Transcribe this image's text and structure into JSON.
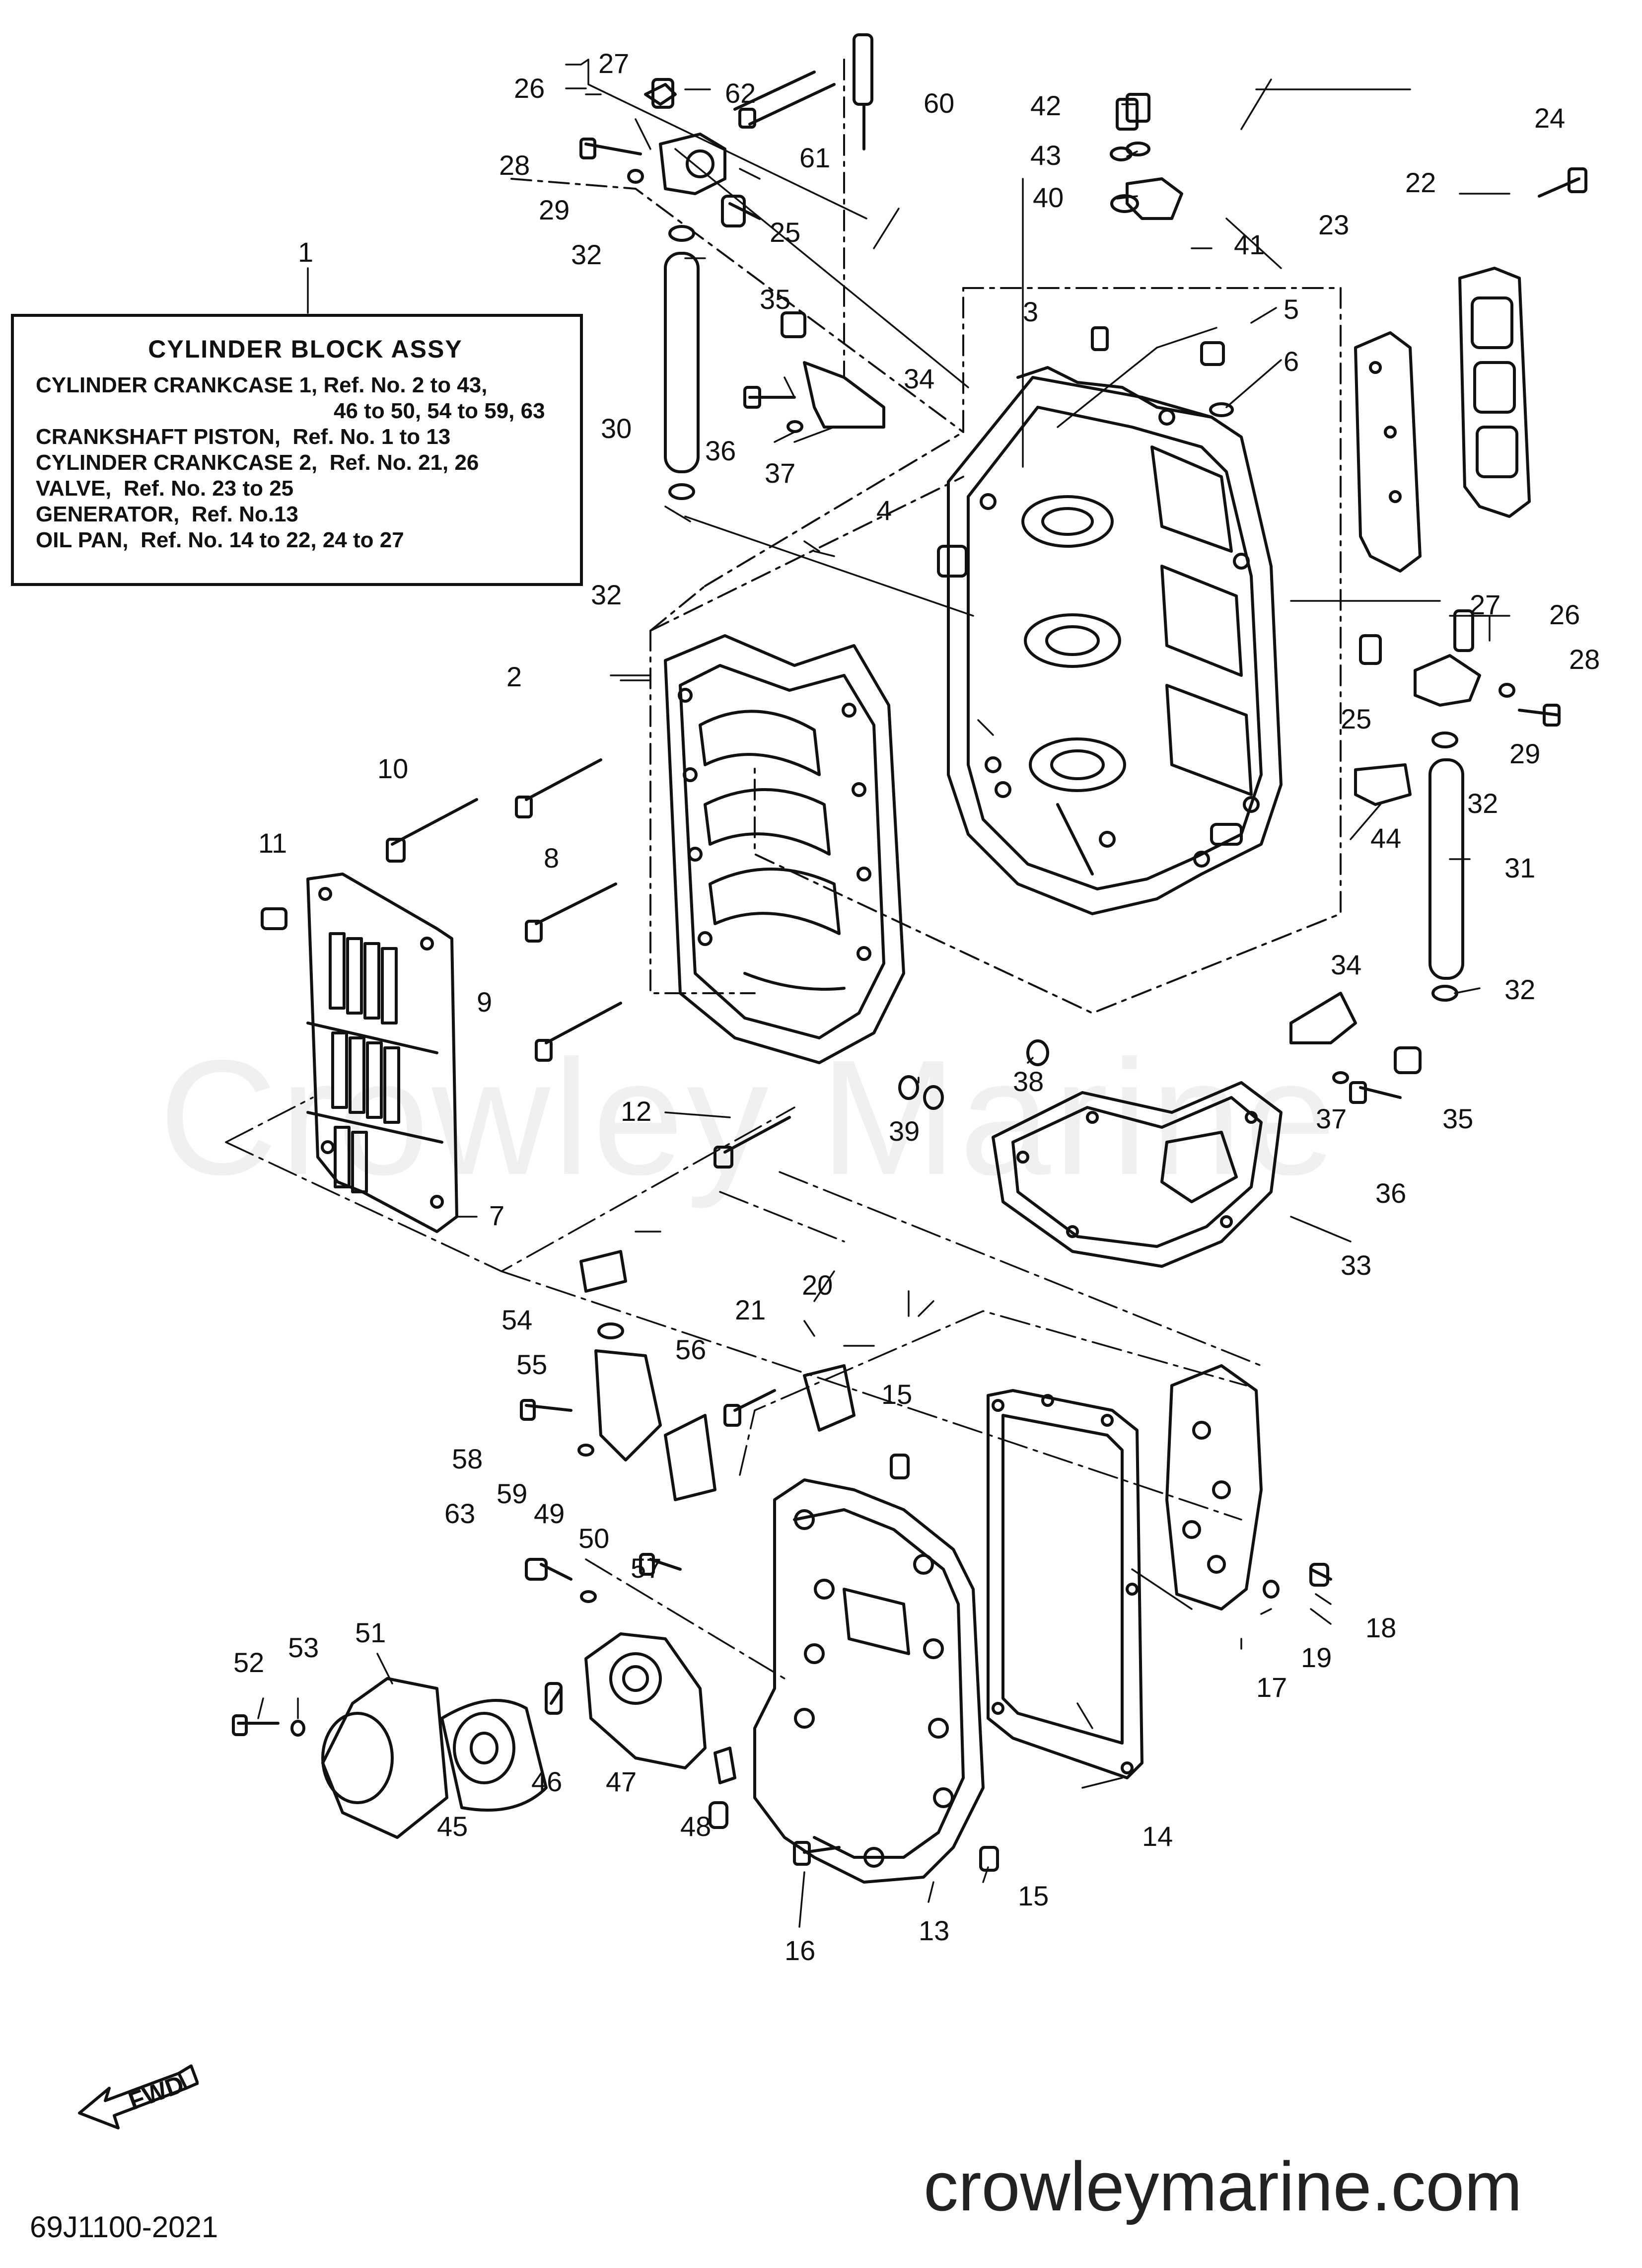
{
  "watermark": "Crowley Marine",
  "assembly_box": {
    "title": "CYLINDER BLOCK ASSY",
    "lines": [
      "CYLINDER CRANKCASE 1, Ref. No. 2 to 43,",
      "46 to 50, 54 to 59, 63",
      "CRANKSHAFT PISTON,  Ref. No. 1 to 13",
      "CYLINDER CRANKCASE 2,  Ref. No. 21, 26",
      "VALVE,  Ref. No. 23 to 25",
      "GENERATOR,  Ref. No.13",
      "OIL PAN,  Ref. No. 14 to 22, 24 to 27"
    ]
  },
  "callouts": [
    {
      "label": "1"
    },
    {
      "label": "2"
    },
    {
      "label": "3"
    },
    {
      "label": "4"
    },
    {
      "label": "5"
    },
    {
      "label": "6"
    },
    {
      "label": "7"
    },
    {
      "label": "8"
    },
    {
      "label": "9"
    },
    {
      "label": "10"
    },
    {
      "label": "11"
    },
    {
      "label": "12"
    },
    {
      "label": "13"
    },
    {
      "label": "14"
    },
    {
      "label": "15"
    },
    {
      "label": "15"
    },
    {
      "label": "16"
    },
    {
      "label": "17"
    },
    {
      "label": "18"
    },
    {
      "label": "19"
    },
    {
      "label": "20"
    },
    {
      "label": "21"
    },
    {
      "label": "22"
    },
    {
      "label": "23"
    },
    {
      "label": "24"
    },
    {
      "label": "25"
    },
    {
      "label": "25"
    },
    {
      "label": "26"
    },
    {
      "label": "26"
    },
    {
      "label": "27"
    },
    {
      "label": "27"
    },
    {
      "label": "28"
    },
    {
      "label": "28"
    },
    {
      "label": "29"
    },
    {
      "label": "29"
    },
    {
      "label": "30"
    },
    {
      "label": "31"
    },
    {
      "label": "32"
    },
    {
      "label": "32"
    },
    {
      "label": "32"
    },
    {
      "label": "32"
    },
    {
      "label": "33"
    },
    {
      "label": "34"
    },
    {
      "label": "34"
    },
    {
      "label": "35"
    },
    {
      "label": "35"
    },
    {
      "label": "36"
    },
    {
      "label": "36"
    },
    {
      "label": "37"
    },
    {
      "label": "37"
    },
    {
      "label": "38"
    },
    {
      "label": "39"
    },
    {
      "label": "40"
    },
    {
      "label": "41"
    },
    {
      "label": "42"
    },
    {
      "label": "43"
    },
    {
      "label": "44"
    },
    {
      "label": "45"
    },
    {
      "label": "46"
    },
    {
      "label": "47"
    },
    {
      "label": "48"
    },
    {
      "label": "49"
    },
    {
      "label": "50"
    },
    {
      "label": "51"
    },
    {
      "label": "52"
    },
    {
      "label": "53"
    },
    {
      "label": "54"
    },
    {
      "label": "55"
    },
    {
      "label": "56"
    },
    {
      "label": "57"
    },
    {
      "label": "58"
    },
    {
      "label": "59"
    },
    {
      "label": "60"
    },
    {
      "label": "61"
    },
    {
      "label": "62"
    },
    {
      "label": "63"
    }
  ],
  "fwd_label": "FWD",
  "diagram_code": "69J1100-2021",
  "site_url": "crowleymarine.com"
}
